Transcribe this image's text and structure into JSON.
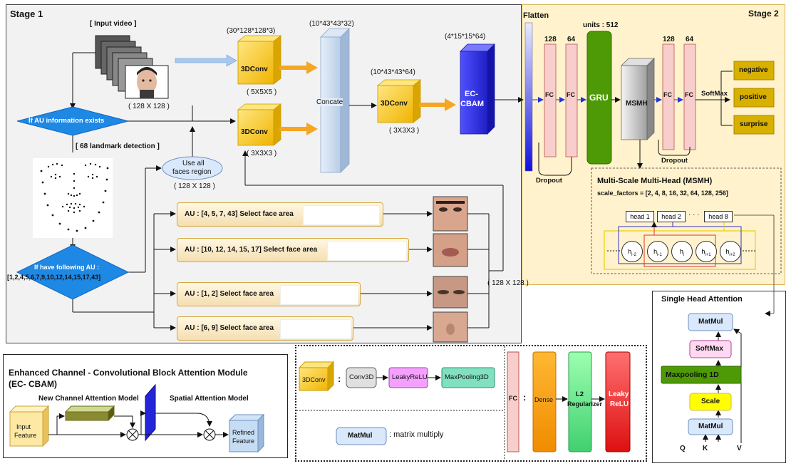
{
  "stage1": {
    "title": "Stage 1"
  },
  "stage2": {
    "title": "Stage 2"
  },
  "input": {
    "label": "[ Input video ]",
    "size": "( 128 X 128 )"
  },
  "conv_top": {
    "dims": "(30*128*128*3)",
    "label": "3DConv",
    "kernel": "( 5X5X5 )"
  },
  "conv_bottom": {
    "label": "3DConv",
    "kernel": "( 3X3X3 )"
  },
  "concat": {
    "dims": "(10*43*43*32)",
    "label": "Concate"
  },
  "conv_mid": {
    "dims": "(10*43*43*64)",
    "label": "3DConv",
    "kernel": "( 3X3X3 )"
  },
  "ecbam": {
    "dims": "(4*15*15*64)",
    "line1": "EC-",
    "line2": "CBAM"
  },
  "decision1": {
    "label": "If AU information exists"
  },
  "landmark": {
    "label": "[ 68 landmark detection ]"
  },
  "use_all": {
    "line1": "Use all",
    "line2": "faces region",
    "size": "( 128 X 128 )"
  },
  "decision2": {
    "line1": "If have following AU :",
    "line2": "[1,2,4,5,6,7,9,10,12,14,15,17,43]"
  },
  "au_rows": [
    {
      "label": "AU : [4, 5, 7, 43]  Select face area"
    },
    {
      "label": "AU : [10, 12, 14, 15, 17]  Select face area"
    },
    {
      "label": "AU : [1, 2]  Select face area"
    },
    {
      "label": "AU : [6, 9]  Select face area"
    }
  ],
  "crop_size": "( 128 X 128 )",
  "flatten": {
    "label": "Flatten"
  },
  "fc1": {
    "units": "128",
    "label": "FC"
  },
  "fc2": {
    "units": "64",
    "label": "FC"
  },
  "gru": {
    "units": "units : 512",
    "label": "GRU"
  },
  "msmh_block": {
    "label": "MSMH"
  },
  "fc3": {
    "units": "128",
    "label": "FC"
  },
  "fc4": {
    "units": "64",
    "label": "FC"
  },
  "softmax": {
    "label": "SoftMax"
  },
  "dropout1": "Dropout",
  "dropout2": "Dropout",
  "classes": [
    "negative",
    "positive",
    "surprise"
  ],
  "msmh": {
    "title": "Multi-Scale Multi-Head (MSMH)",
    "scale": "scale_factors = [2, 4, 8, 16, 32, 64, 128, 256]",
    "heads": [
      "head 1",
      "head 2",
      "head 8"
    ],
    "ellipsis": "· · ·",
    "nodes": [
      {
        "base": "h",
        "sub": "i-2"
      },
      {
        "base": "h",
        "sub": "i-1"
      },
      {
        "base": "h",
        "sub": "i"
      },
      {
        "base": "h",
        "sub": "i+1"
      },
      {
        "base": "h",
        "sub": "i+2"
      }
    ]
  },
  "sha": {
    "title": "Single Head Attention",
    "blocks": [
      "MatMul",
      "SoftMax",
      "Maxpooling 1D",
      "Scale",
      "MatMul"
    ],
    "inputs": [
      "Q",
      "K",
      "V"
    ]
  },
  "ecbam_legend": {
    "title1": "Enhanced Channel - Convolutional Block Attention Module",
    "title2": "(EC- CBAM)",
    "channel": "New Channel Attention Model",
    "spatial": "Spatial Attention Model",
    "input": [
      "Input",
      "Feature"
    ],
    "output": [
      "Refined",
      "Feature"
    ]
  },
  "legend": {
    "conv": "3DConv",
    "colon": ":",
    "conv3d": "Conv3D",
    "leaky": "LeakyReLU",
    "pool": "MaxPooling3D",
    "matmul": "MatMul",
    "matmul_desc": ": matrix multiply",
    "fc": "FC",
    "dense": "Dense",
    "l2": [
      "L2",
      "Regularizer"
    ],
    "leaky2": [
      "Leaky",
      "ReLU"
    ]
  },
  "colors": {
    "stage1_bg": "#f2f2f2",
    "stage2_bg": "#fff2cc",
    "conv": "#ffd21f",
    "arrow": "#f0a020",
    "blue": "#3333ee",
    "fc": "#f8cecc",
    "gru": "#4e9a06"
  }
}
